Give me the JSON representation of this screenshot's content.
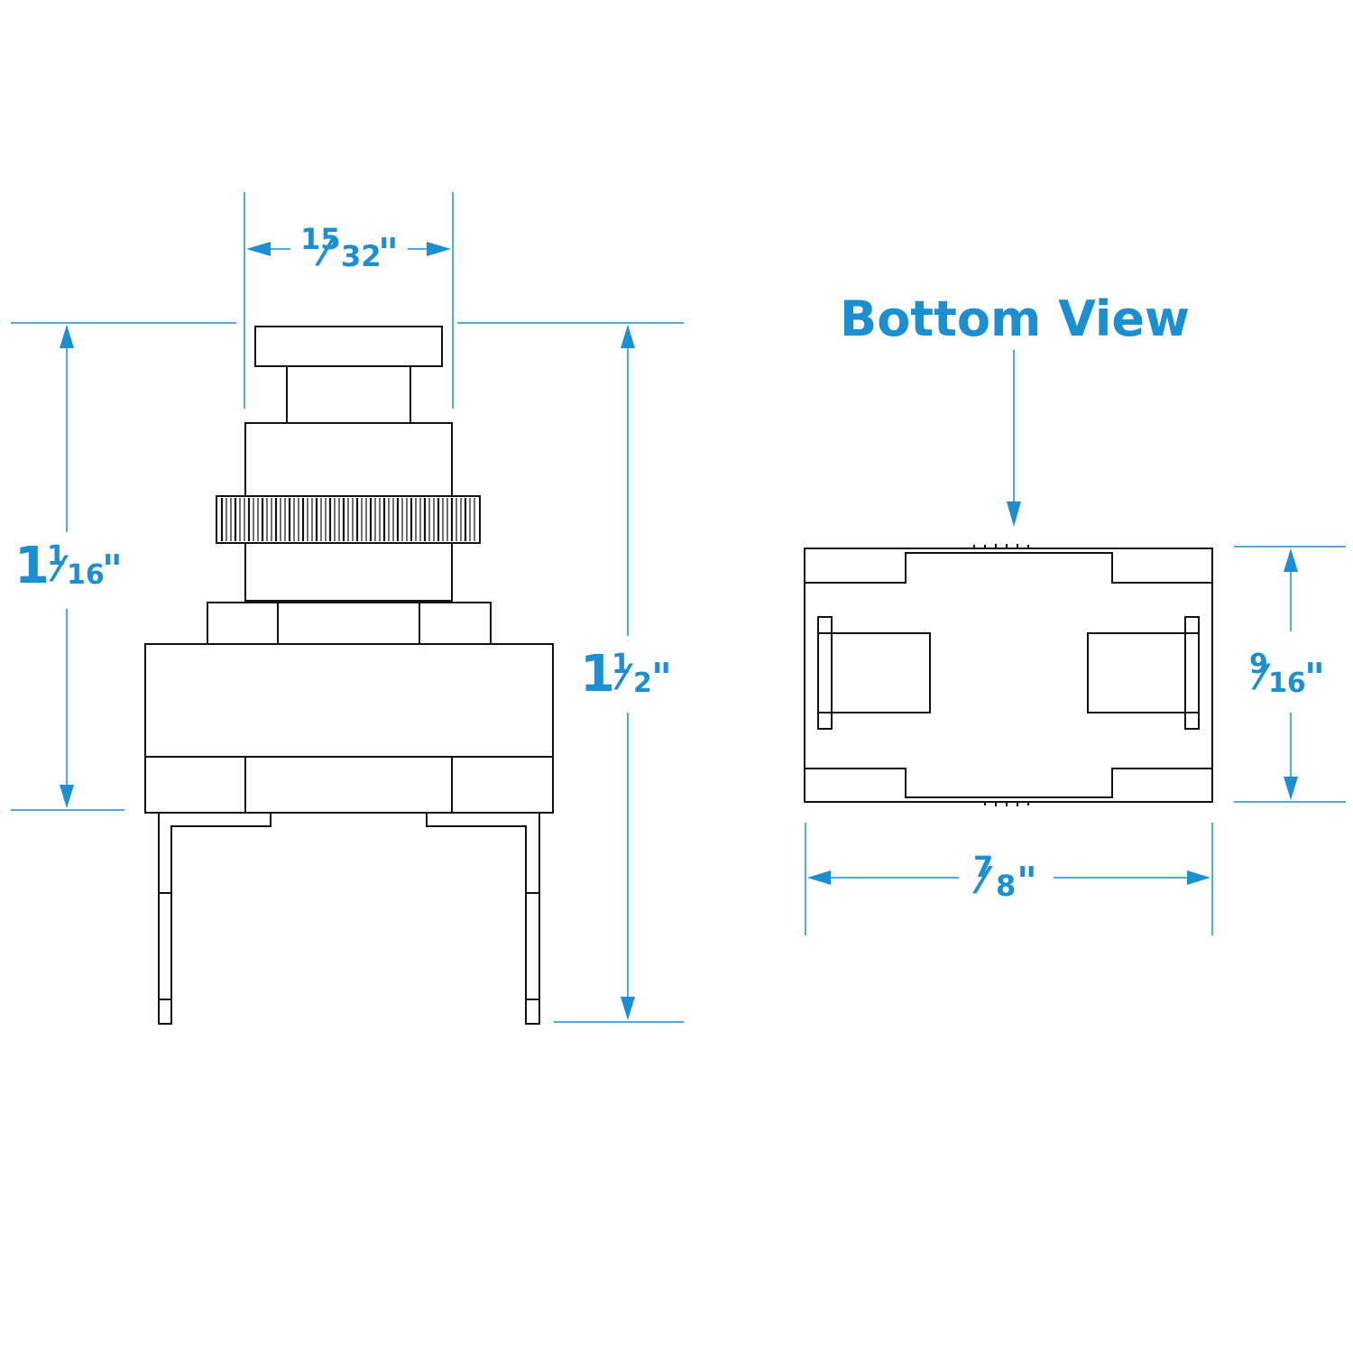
{
  "colors": {
    "accent": "#1a8fd1",
    "line": "#111111",
    "background": "#ffffff"
  },
  "side_view": {
    "dim_top_width": {
      "whole": "",
      "numerator": "15",
      "denominator": "32",
      "unit": "\""
    },
    "dim_left_height": {
      "whole": "1",
      "numerator": "1",
      "denominator": "16",
      "unit": "\""
    },
    "dim_overall_height": {
      "whole": "1",
      "numerator": "1",
      "denominator": "2",
      "unit": "\""
    }
  },
  "bottom_view": {
    "title": "Bottom View",
    "dim_height": {
      "whole": "",
      "numerator": "9",
      "denominator": "16",
      "unit": "\""
    },
    "dim_width": {
      "whole": "",
      "numerator": "7",
      "denominator": "8",
      "unit": "\""
    }
  }
}
